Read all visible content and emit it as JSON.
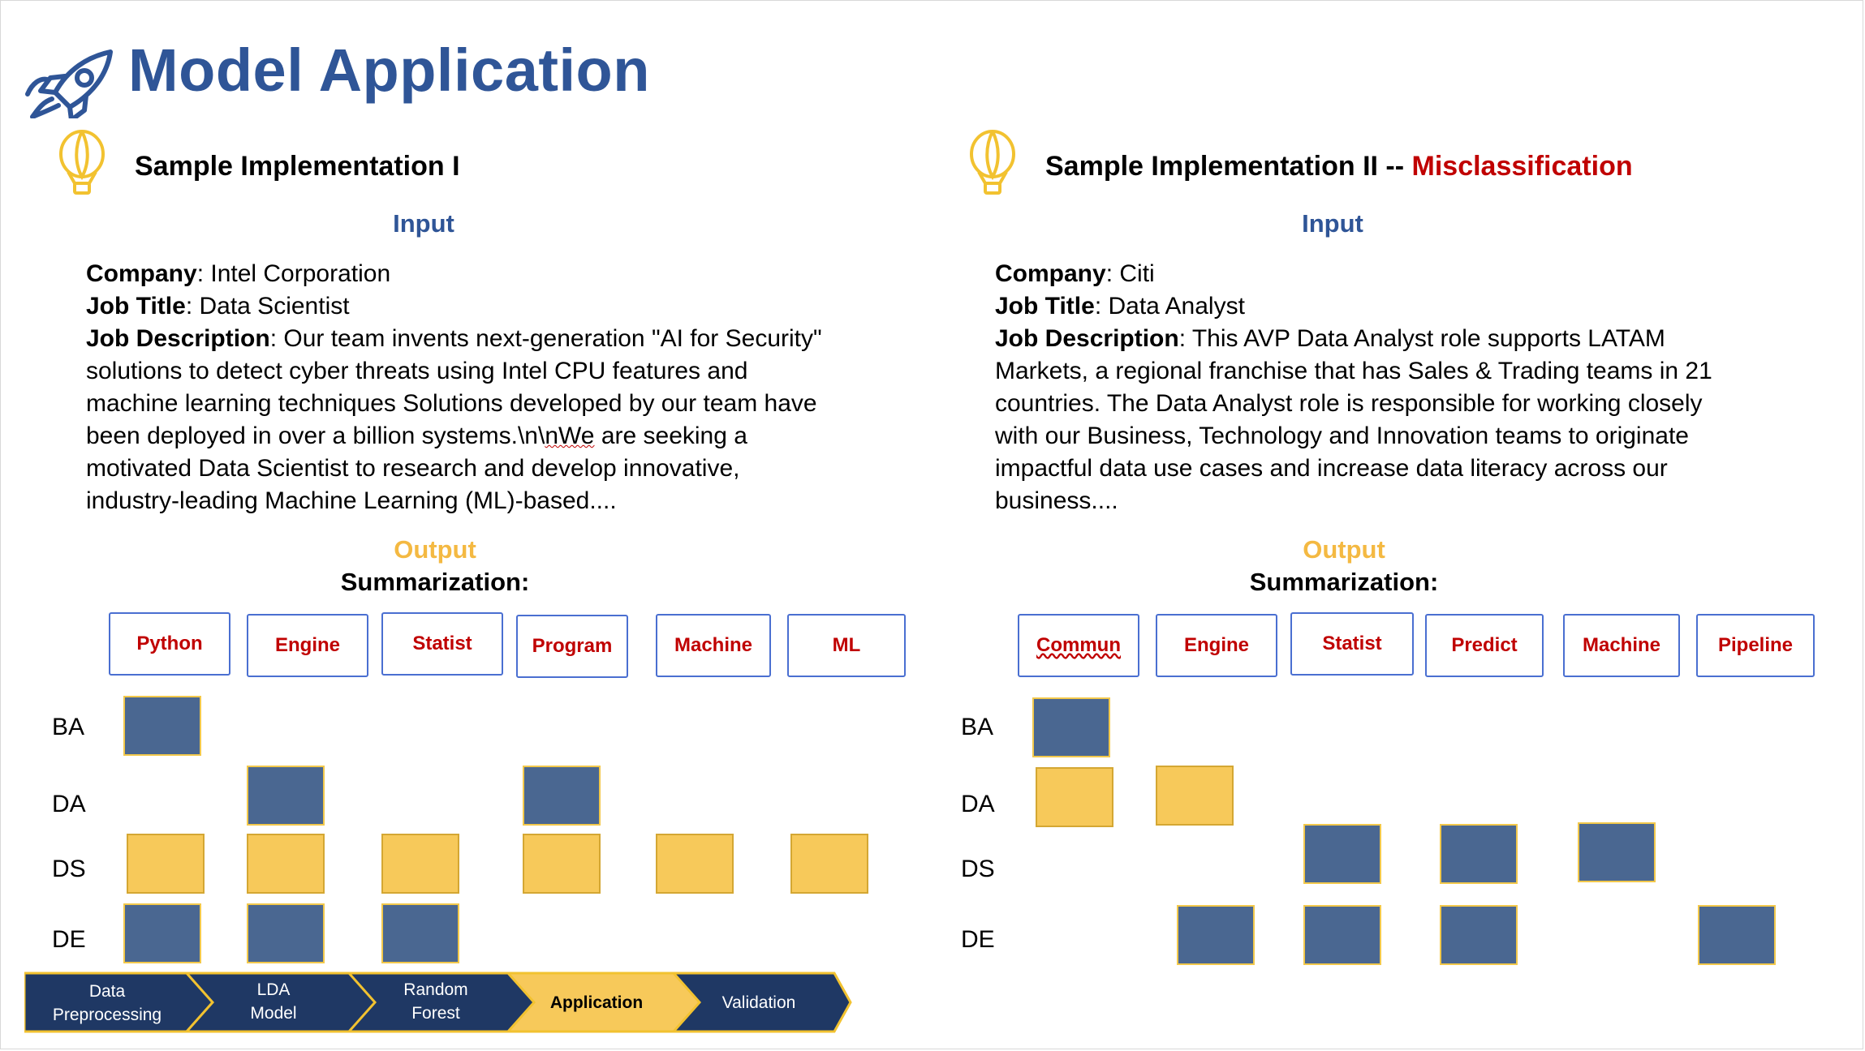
{
  "page": {
    "title": "Model Application"
  },
  "left": {
    "heading": "Sample Implementation I",
    "input_label": "Input",
    "company_label": "Company",
    "company_value": ": Intel Corporation",
    "job_title_label": "Job Title",
    "job_title_value": ": Data Scientist",
    "job_desc_label": "Job Description",
    "job_desc_lines": [
      ": Our team invents next-generation \"AI for Security\"",
      "solutions to detect cyber threats using Intel CPU features and",
      "machine learning techniques Solutions developed by our team have",
      "been deployed in over a billion systems.\\n\\",
      "motivated Data Scientist to research and develop innovative,",
      "industry-leading Machine Learning (ML)-based...."
    ],
    "line4_squiggle": "nWe",
    "line4_tail": " are seeking a",
    "output_label": "Output",
    "summ_label": "Summarization:",
    "tags": [
      "Python",
      "Engine",
      "Statist",
      "Program",
      "Machine",
      "ML"
    ],
    "rows": [
      "BA",
      "DA",
      "DS",
      "DE"
    ]
  },
  "right": {
    "heading_main": "Sample Implementation II -- ",
    "heading_accent": "Misclassification",
    "input_label": "Input",
    "company_label": "Company",
    "company_value": ": Citi",
    "job_title_label": "Job Title",
    "job_title_value": ": Data Analyst",
    "job_desc_label": "Job Description",
    "job_desc_lines": [
      ": This AVP Data Analyst role supports LATAM",
      "Markets, a regional franchise that has Sales & Trading teams in 21",
      "countries. The Data Analyst role is responsible for working closely",
      "with our Business, Technology and Innovation teams to originate",
      "impactful data use cases and increase data literacy across our",
      "business...."
    ],
    "output_label": "Output",
    "summ_label": "Summarization:",
    "tags": [
      "Commun",
      "Engine",
      "Statist",
      "Predict",
      "Machine",
      "Pipeline"
    ],
    "rows": [
      "BA",
      "DA",
      "DS",
      "DE"
    ]
  },
  "pipeline": {
    "steps": [
      {
        "line1": "Data",
        "line2": "Preprocessing"
      },
      {
        "line1": "LDA",
        "line2": "Model"
      },
      {
        "line1": "Random",
        "line2": "Forest"
      },
      {
        "line1": "Application",
        "line2": ""
      },
      {
        "line1": "Validation",
        "line2": ""
      }
    ],
    "active_step": "Application"
  },
  "colors": {
    "title_blue": "#2f5597",
    "accent_red": "#c00000",
    "output_yellow": "#f4b942",
    "cell_blue": "#4a6791",
    "cell_yellow": "#f7c95a",
    "chevron_navy": "#1f3864"
  },
  "icons": [
    "rocket-icon",
    "lightbulb-icon"
  ]
}
